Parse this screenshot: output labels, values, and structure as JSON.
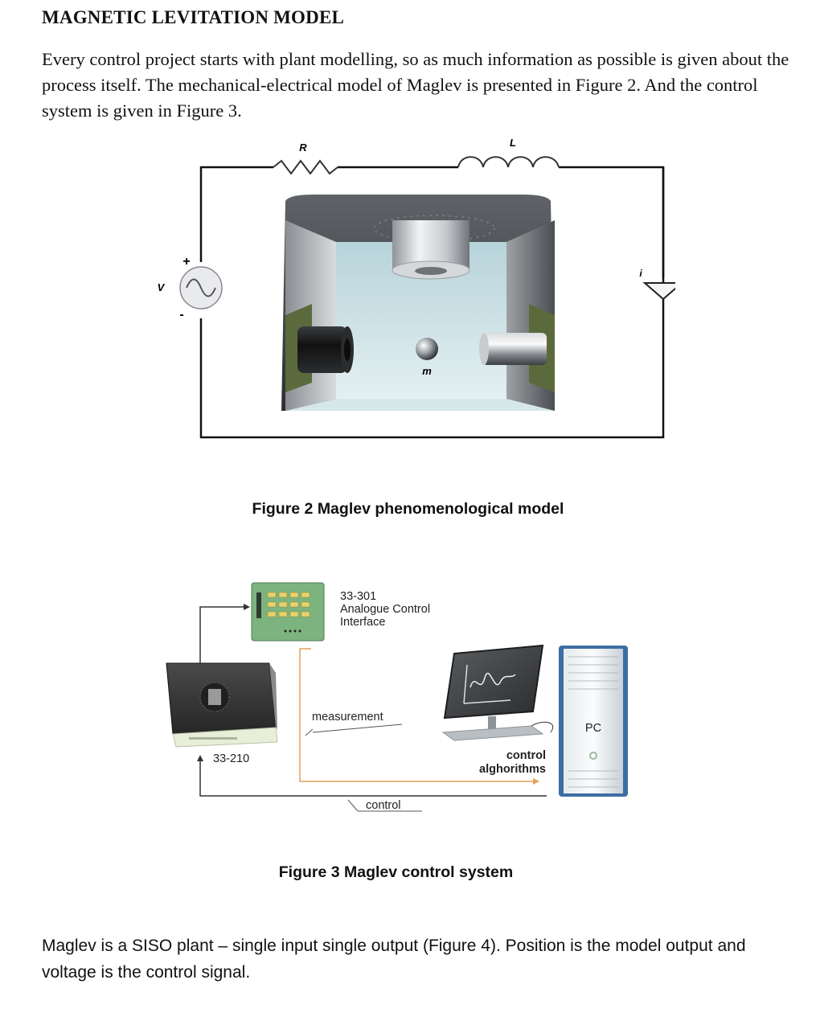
{
  "document": {
    "title": "MAGNETIC LEVITATION MODEL",
    "intro": "Every control project starts with plant modelling, so as much information as possible is given about the process itself. The mechanical-electrical model of Maglev is presented in Figure 2. And the control system is given in Figure 3.",
    "outro": "Maglev is a SISO plant – single input single output (Figure 4). Position is the model output and voltage is the control signal."
  },
  "figure2": {
    "caption": "Figure 2 Maglev phenomenological model",
    "label_R": "R",
    "label_L": "L",
    "label_V": "V",
    "label_plus": "+",
    "label_minus": "-",
    "label_i": "i",
    "label_m": "m"
  },
  "figure3": {
    "caption": "Figure 3 Maglev control system",
    "board_line1": "33-301",
    "board_line2": "Analogue Control",
    "board_line3": "Interface",
    "device_label": "33-210",
    "measurement_label": "measurement",
    "control_label": "control",
    "algorithms_line1": "control",
    "algorithms_line2": "alghorithms",
    "pc_label": "PC"
  }
}
